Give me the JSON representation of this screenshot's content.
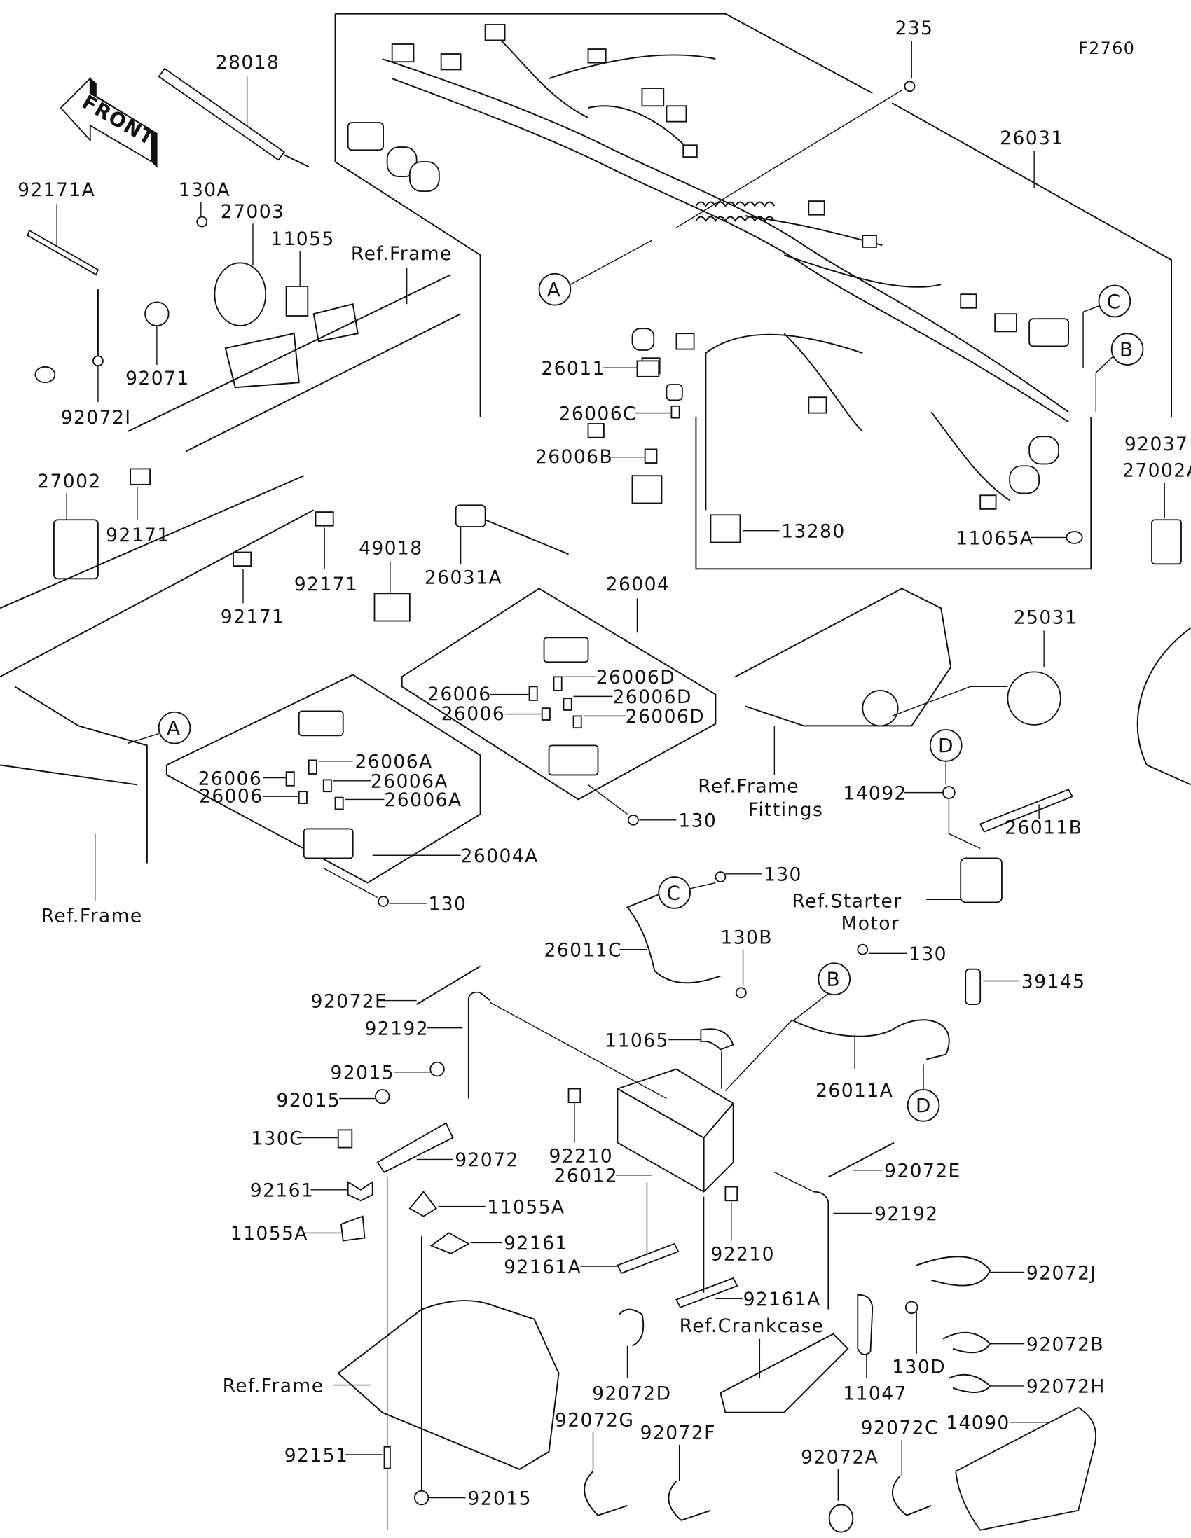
{
  "figure_id": "F2760",
  "front_arrow_label": "FRONT",
  "callout_letters": [
    "A",
    "B",
    "C",
    "D"
  ],
  "references": {
    "frame_top": "Ref.Frame",
    "frame_left": "Ref.Frame",
    "frame_bottom": "Ref.Frame",
    "frame_fittings_1": "Ref.Frame",
    "frame_fittings_2": "Fittings",
    "starter_motor_1": "Ref.Starter",
    "starter_motor_2": "Motor",
    "crankcase": "Ref.Crankcase"
  },
  "parts": {
    "p28018": "28018",
    "p92171A": "92171A",
    "p130A": "130A",
    "p27003": "27003",
    "p11055": "11055",
    "p92071": "92071",
    "p92072I": "92072I",
    "p27002": "27002",
    "p92171_a": "92171",
    "p92171_b": "92171",
    "p92171_c": "92171",
    "p49018": "49018",
    "p26031A": "26031A",
    "p26004": "26004",
    "p26006_1": "26006",
    "p26006_2": "26006",
    "p26006D_1": "26006D",
    "p26006D_2": "26006D",
    "p26006D_3": "26006D",
    "p26006_3": "26006",
    "p26006_4": "26006",
    "p26006A_1": "26006A",
    "p26006A_2": "26006A",
    "p26006A_3": "26006A",
    "p26004A": "26004A",
    "p130_1": "130",
    "p130_2": "130",
    "p130_3": "130",
    "p130_4": "130",
    "p235": "235",
    "p26031": "26031",
    "p26011": "26011",
    "p26006C": "26006C",
    "p26006B": "26006B",
    "p13280": "13280",
    "p11065A": "11065A",
    "p92037": "92037",
    "p27002A": "27002A",
    "p25031": "25031",
    "p14092": "14092",
    "p26011B": "26011B",
    "p26011C": "26011C",
    "p130B": "130B",
    "p39145": "39145",
    "p92072E_1": "92072E",
    "p92192_1": "92192",
    "p92015_1": "92015",
    "p92015_2": "92015",
    "p130C": "130C",
    "p92072": "92072",
    "p92161_1": "92161",
    "p11055A_1": "11055A",
    "p11055A_2": "11055A",
    "p92161_2": "92161",
    "p92161A_1": "92161A",
    "p92161A_2": "92161A",
    "p11065": "11065",
    "p26011A": "26011A",
    "p92210_1": "92210",
    "p92210_2": "92210",
    "p26012": "26012",
    "p92072E_2": "92072E",
    "p92192_2": "92192",
    "p92072J": "92072J",
    "p92072B": "92072B",
    "p92072H": "92072H",
    "p11047": "11047",
    "p130D": "130D",
    "p14090": "14090",
    "p92072C": "92072C",
    "p92072A": "92072A",
    "p92072D": "92072D",
    "p92072G": "92072G",
    "p92072F": "92072F",
    "p92151": "92151",
    "p92015_3": "92015"
  }
}
